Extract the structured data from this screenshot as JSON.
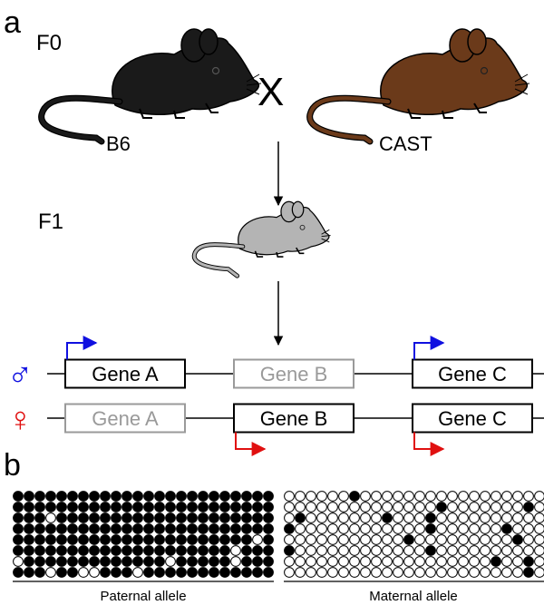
{
  "panel_a": {
    "label": "a",
    "generation_f0": "F0",
    "generation_f1": "F1",
    "cross_symbol": "X",
    "strain_left": "B6",
    "strain_right": "CAST",
    "colors": {
      "b6": "#1a1a1a",
      "cast": "#6b3a1a",
      "f1": "#b4b4b4",
      "paternal": "#1010e0",
      "maternal": "#e01010",
      "silent": "#9a9a9a",
      "active": "#000000"
    },
    "alleles": [
      {
        "sex": "male",
        "symbol": "♂",
        "genes": [
          {
            "label": "Gene A",
            "active": true
          },
          {
            "label": "Gene B",
            "active": false
          },
          {
            "label": "Gene C",
            "active": true
          }
        ]
      },
      {
        "sex": "female",
        "symbol": "♀",
        "genes": [
          {
            "label": "Gene A",
            "active": false
          },
          {
            "label": "Gene B",
            "active": true
          },
          {
            "label": "Gene C",
            "active": true
          }
        ]
      }
    ]
  },
  "panel_b": {
    "label": "b",
    "paternal_label": "Paternal allele",
    "maternal_label": "Maternal allele",
    "grid": {
      "rows": 8,
      "cols": 24
    },
    "paternal_unmethylated": [
      [
        2,
        3
      ],
      [
        4,
        22
      ],
      [
        6,
        0
      ],
      [
        6,
        20
      ],
      [
        7,
        3
      ],
      [
        7,
        6
      ],
      [
        7,
        7
      ],
      [
        7,
        11
      ],
      [
        6,
        14
      ],
      [
        5,
        20
      ]
    ],
    "maternal_methylated": [
      [
        0,
        6
      ],
      [
        1,
        14
      ],
      [
        1,
        22
      ],
      [
        2,
        9
      ],
      [
        2,
        13
      ],
      [
        3,
        0
      ],
      [
        3,
        13
      ],
      [
        3,
        20
      ],
      [
        4,
        11
      ],
      [
        4,
        21
      ],
      [
        5,
        0
      ],
      [
        5,
        13
      ],
      [
        6,
        19
      ],
      [
        6,
        22
      ],
      [
        7,
        22
      ],
      [
        2,
        1
      ]
    ]
  }
}
